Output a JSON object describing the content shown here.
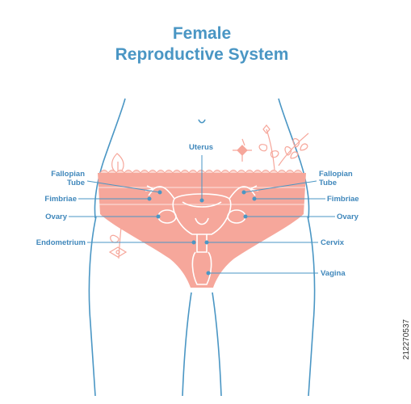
{
  "title": {
    "line1": "Female",
    "line2": "Reproductive System"
  },
  "labels": {
    "uterus": "Uterus",
    "left": {
      "fallopian_1": "Fallopian",
      "fallopian_2": "Tube",
      "fimbriae": "Fimbriae",
      "ovary": "Ovary",
      "endometrium": "Endometrium"
    },
    "right": {
      "fallopian_1": "Fallopian",
      "fallopian_2": "Tube",
      "fimbriae": "Fimbriae",
      "ovary": "Ovary",
      "cervix": "Cervix",
      "vagina": "Vagina"
    }
  },
  "watermark": "212270537",
  "colors": {
    "outline": "#4a96c4",
    "fill": "#f6a79b",
    "organ_line": "#ffffff",
    "title": "#4a96c4"
  }
}
